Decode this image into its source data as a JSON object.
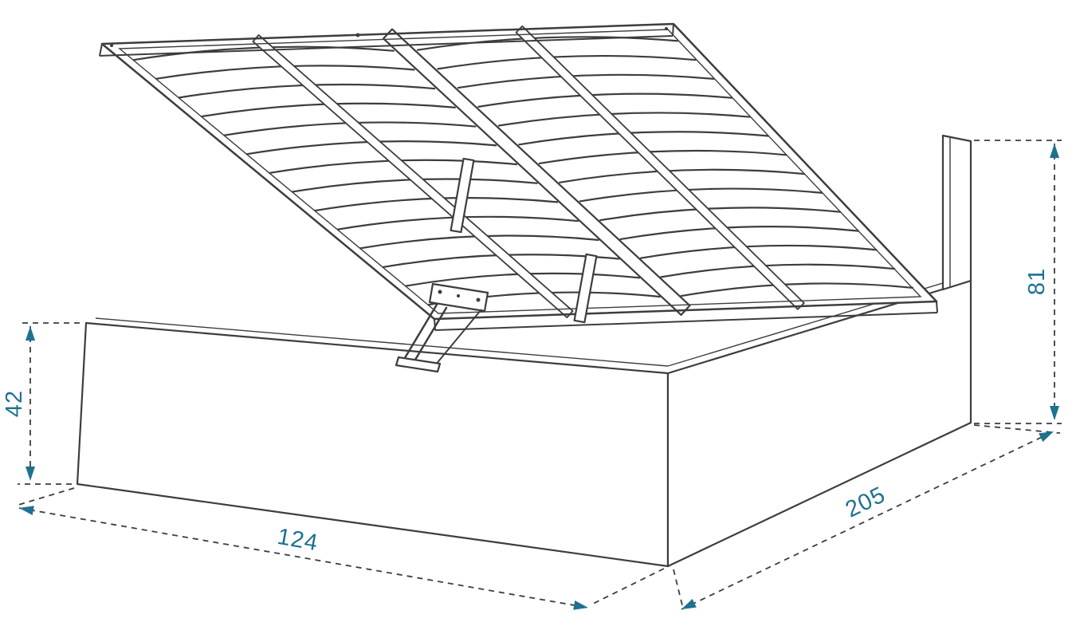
{
  "diagram": {
    "dimension_labels": {
      "base_height": "42",
      "width": "124",
      "length": "205",
      "headboard_height": "81"
    },
    "colors": {
      "dimension_accent": "#1e7190",
      "outline": "#3d3d3d",
      "background": "#ffffff"
    }
  }
}
